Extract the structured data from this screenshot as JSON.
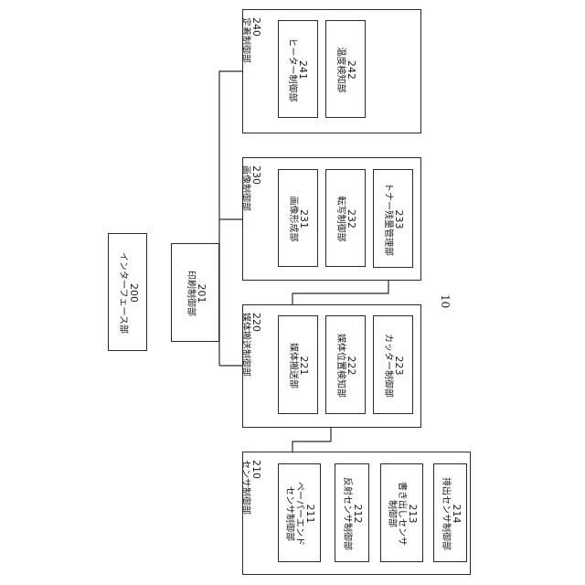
{
  "figure_label": "10",
  "blocks": {
    "b200": {
      "num": "200",
      "label": "インターフェース部"
    },
    "b201": {
      "num": "201",
      "label": "印刷制御部"
    },
    "b210": {
      "num": "210",
      "label": "センサ制御部"
    },
    "b211": {
      "num": "211",
      "label1": "ペーパーエンド",
      "label2": "センサ制御部"
    },
    "b212": {
      "num": "212",
      "label": "反射センサ制御部"
    },
    "b213": {
      "num": "213",
      "label1": "書き出しセンサ",
      "label2": "制御部"
    },
    "b214": {
      "num": "214",
      "label": "排出センサ制御部"
    },
    "b220": {
      "num": "220",
      "label": "媒体搬送制御部"
    },
    "b221": {
      "num": "221",
      "label": "媒体搬送部"
    },
    "b222": {
      "num": "222",
      "label": "媒体位置検知部"
    },
    "b223": {
      "num": "223",
      "label": "カッター制御部"
    },
    "b230": {
      "num": "230",
      "label": "画像制御部"
    },
    "b231": {
      "num": "231",
      "label": "画像形成部"
    },
    "b232": {
      "num": "232",
      "label": "転写制御部"
    },
    "b233": {
      "num": "233",
      "label": "トナー残量管理部"
    },
    "b240": {
      "num": "240",
      "label": "定着制御部"
    },
    "b241": {
      "num": "241",
      "label": "ヒーター制御部"
    },
    "b242": {
      "num": "242",
      "label": "温度検知部"
    }
  }
}
